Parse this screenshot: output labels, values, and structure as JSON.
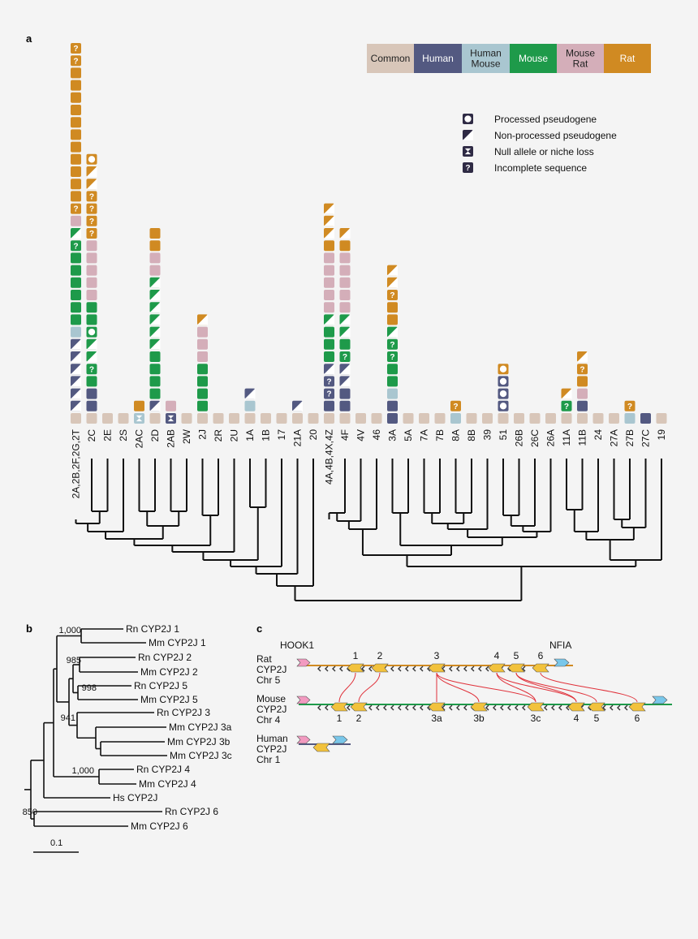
{
  "panel_labels": {
    "a": "a",
    "b": "b",
    "c": "c"
  },
  "legend_species": [
    {
      "label": "Common",
      "color": "#d8c6b9",
      "text_color": "#222"
    },
    {
      "label": "Human",
      "color": "#535981",
      "text_color": "#ffffff"
    },
    {
      "label": "Human\nMouse",
      "color": "#a9c6d0",
      "text_color": "#222"
    },
    {
      "label": "Mouse",
      "color": "#1e9a4a",
      "text_color": "#ffffff"
    },
    {
      "label": "Mouse\nRat",
      "color": "#d4aeb9",
      "text_color": "#222"
    },
    {
      "label": "Rat",
      "color": "#d08a22",
      "text_color": "#ffffff"
    }
  ],
  "legend_symbols": [
    {
      "icon": "circle-icon",
      "label": "Processed pseudogene"
    },
    {
      "icon": "half-triangle-icon",
      "label": "Non-processed pseudogene"
    },
    {
      "icon": "hourglass-icon",
      "label": "Null allele or niche loss"
    },
    {
      "icon": "question-icon",
      "label": "Incomplete sequence"
    }
  ],
  "columns": [
    {
      "label": "2A,2B,2F,2G,2T",
      "stack": [
        "C",
        "H:t",
        "H:t",
        "H:t",
        "H:t",
        "H:t",
        "H:t",
        "HM",
        "M",
        "M",
        "M",
        "M",
        "M",
        "M",
        "M:q",
        "M:t",
        "MR",
        "R:q",
        "R",
        "R",
        "R",
        "R",
        "R",
        "R",
        "R",
        "R",
        "R",
        "R",
        "R",
        "R:q",
        "R:q"
      ]
    },
    {
      "label": "2C",
      "stack": [
        "C",
        "H",
        "H",
        "M",
        "M:q",
        "M:t",
        "M:t",
        "M:o",
        "M",
        "M",
        "MR",
        "MR",
        "MR",
        "MR",
        "MR",
        "R:q",
        "R:q",
        "R:q",
        "R:q",
        "R:t",
        "R:t",
        "R:o"
      ]
    },
    {
      "label": "2E",
      "stack": [
        "C"
      ]
    },
    {
      "label": "2S",
      "stack": [
        "C"
      ]
    },
    {
      "label": "2AC",
      "stack": [
        "HM:x",
        "R"
      ]
    },
    {
      "label": "2D",
      "stack": [
        "C",
        "H:t",
        "M",
        "M",
        "M",
        "M",
        "M:t",
        "M:t",
        "M:t",
        "M:t",
        "M:t",
        "M:t",
        "MR",
        "MR",
        "R",
        "R"
      ]
    },
    {
      "label": "2AB",
      "stack": [
        "H:x",
        "MR"
      ]
    },
    {
      "label": "2W",
      "stack": [
        "C"
      ]
    },
    {
      "label": "2J",
      "stack": [
        "C",
        "M",
        "M",
        "M",
        "M",
        "MR",
        "MR",
        "MR",
        "R:t"
      ]
    },
    {
      "label": "2R",
      "stack": [
        "C"
      ]
    },
    {
      "label": "2U",
      "stack": [
        "C"
      ]
    },
    {
      "label": "1A",
      "stack": [
        "C",
        "HM",
        "H:t"
      ]
    },
    {
      "label": "1B",
      "stack": [
        "C"
      ]
    },
    {
      "label": "17",
      "stack": [
        "C"
      ]
    },
    {
      "label": "21A",
      "stack": [
        "C",
        "H:t"
      ]
    },
    {
      "label": "20",
      "stack": [
        "C"
      ]
    },
    {
      "label": "4A,4B,4X,4Z",
      "stack": [
        "C",
        "H",
        "H:q",
        "H:q",
        "H:t",
        "M",
        "M",
        "M",
        "M:t",
        "MR",
        "MR",
        "MR",
        "MR",
        "MR",
        "R",
        "R:t",
        "R:t",
        "R:t"
      ]
    },
    {
      "label": "4F",
      "stack": [
        "C",
        "H",
        "H",
        "H:t",
        "H:t",
        "M:q",
        "M",
        "M:t",
        "M:t",
        "MR",
        "MR",
        "MR",
        "MR",
        "MR",
        "R",
        "R:t"
      ]
    },
    {
      "label": "4V",
      "stack": [
        "C"
      ]
    },
    {
      "label": "46",
      "stack": [
        "C"
      ]
    },
    {
      "label": "3A",
      "stack": [
        "H",
        "H",
        "HM",
        "M",
        "M",
        "M:q",
        "M:q",
        "M:t",
        "R",
        "R",
        "R:q",
        "R:t",
        "R:t"
      ]
    },
    {
      "label": "5A",
      "stack": [
        "C"
      ]
    },
    {
      "label": "7A",
      "stack": [
        "C"
      ]
    },
    {
      "label": "7B",
      "stack": [
        "C"
      ]
    },
    {
      "label": "8A",
      "stack": [
        "HM",
        "R:q"
      ]
    },
    {
      "label": "8B",
      "stack": [
        "C"
      ]
    },
    {
      "label": "39",
      "stack": [
        "C"
      ]
    },
    {
      "label": "51",
      "stack": [
        "C",
        "H:o",
        "H:o",
        "H:o",
        "R:o"
      ]
    },
    {
      "label": "26B",
      "stack": [
        "C"
      ]
    },
    {
      "label": "26C",
      "stack": [
        "C"
      ]
    },
    {
      "label": "26A",
      "stack": [
        "C"
      ]
    },
    {
      "label": "11A",
      "stack": [
        "C",
        "M:q",
        "R:t"
      ]
    },
    {
      "label": "11B",
      "stack": [
        "C",
        "H",
        "MR",
        "R",
        "R:q",
        "R:t"
      ]
    },
    {
      "label": "24",
      "stack": [
        "C"
      ]
    },
    {
      "label": "27A",
      "stack": [
        "C"
      ]
    },
    {
      "label": "27B",
      "stack": [
        "HM",
        "R:q"
      ]
    },
    {
      "label": "27C",
      "stack": [
        "H"
      ]
    },
    {
      "label": "19",
      "stack": [
        "C"
      ]
    }
  ],
  "tree_b": {
    "leaves": [
      "Rn CYP2J 1",
      "Mm CYP2J 1",
      "Rn CYP2J 2",
      "Mm CYP2J 2",
      "Rn CYP2J 5",
      "Mm CYP2J 5",
      "Rn CYP2J 3",
      "Mm CYP2J 3a",
      "Mm CYP2J 3b",
      "Mm CYP2J 3c",
      "Rn CYP2J 4",
      "Mm CYP2J 4",
      "Hs CYP2J",
      "Rn CYP2J 6",
      "Mm CYP2J 6"
    ],
    "bootstrap": [
      "1,000",
      "985",
      "998",
      "941",
      "1,000",
      "850"
    ],
    "scale_label": "0.1"
  },
  "panel_c": {
    "hook1": "HOOK1",
    "nfia": "NFIA",
    "rat_label": [
      "Rat",
      "CYP2J",
      "Chr 5"
    ],
    "mouse_label": [
      "Mouse",
      "CYP2J",
      "Chr 4"
    ],
    "human_label": [
      "Human",
      "CYP2J",
      "Chr 1"
    ],
    "rat_genes": [
      "1",
      "2",
      "3",
      "4",
      "5",
      "6"
    ],
    "mouse_genes": [
      "1",
      "2",
      "3a",
      "3b",
      "3c",
      "4",
      "5",
      "6"
    ],
    "colors": {
      "rat_line": "#d08a22",
      "mouse_line": "#1e9a4a",
      "human_line": "#535981",
      "gene": "#f2c23c",
      "hook": "#f29ac0",
      "nfia": "#79c7ea",
      "link": "#e0313a"
    }
  }
}
